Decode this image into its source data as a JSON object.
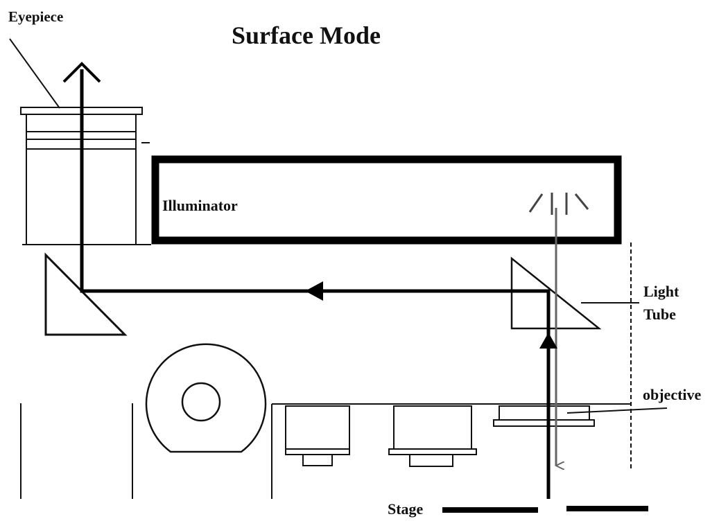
{
  "title": "Surface Mode",
  "labels": {
    "eyepiece": "Eyepiece",
    "illuminator": "Illuminator",
    "light_tube_line1": "Light",
    "light_tube_line2": "Tube",
    "objective": "objective",
    "stage": "Stage"
  },
  "colors": {
    "outline": "#111111",
    "light_path": "#000000",
    "illumination_ray": "#666666"
  }
}
